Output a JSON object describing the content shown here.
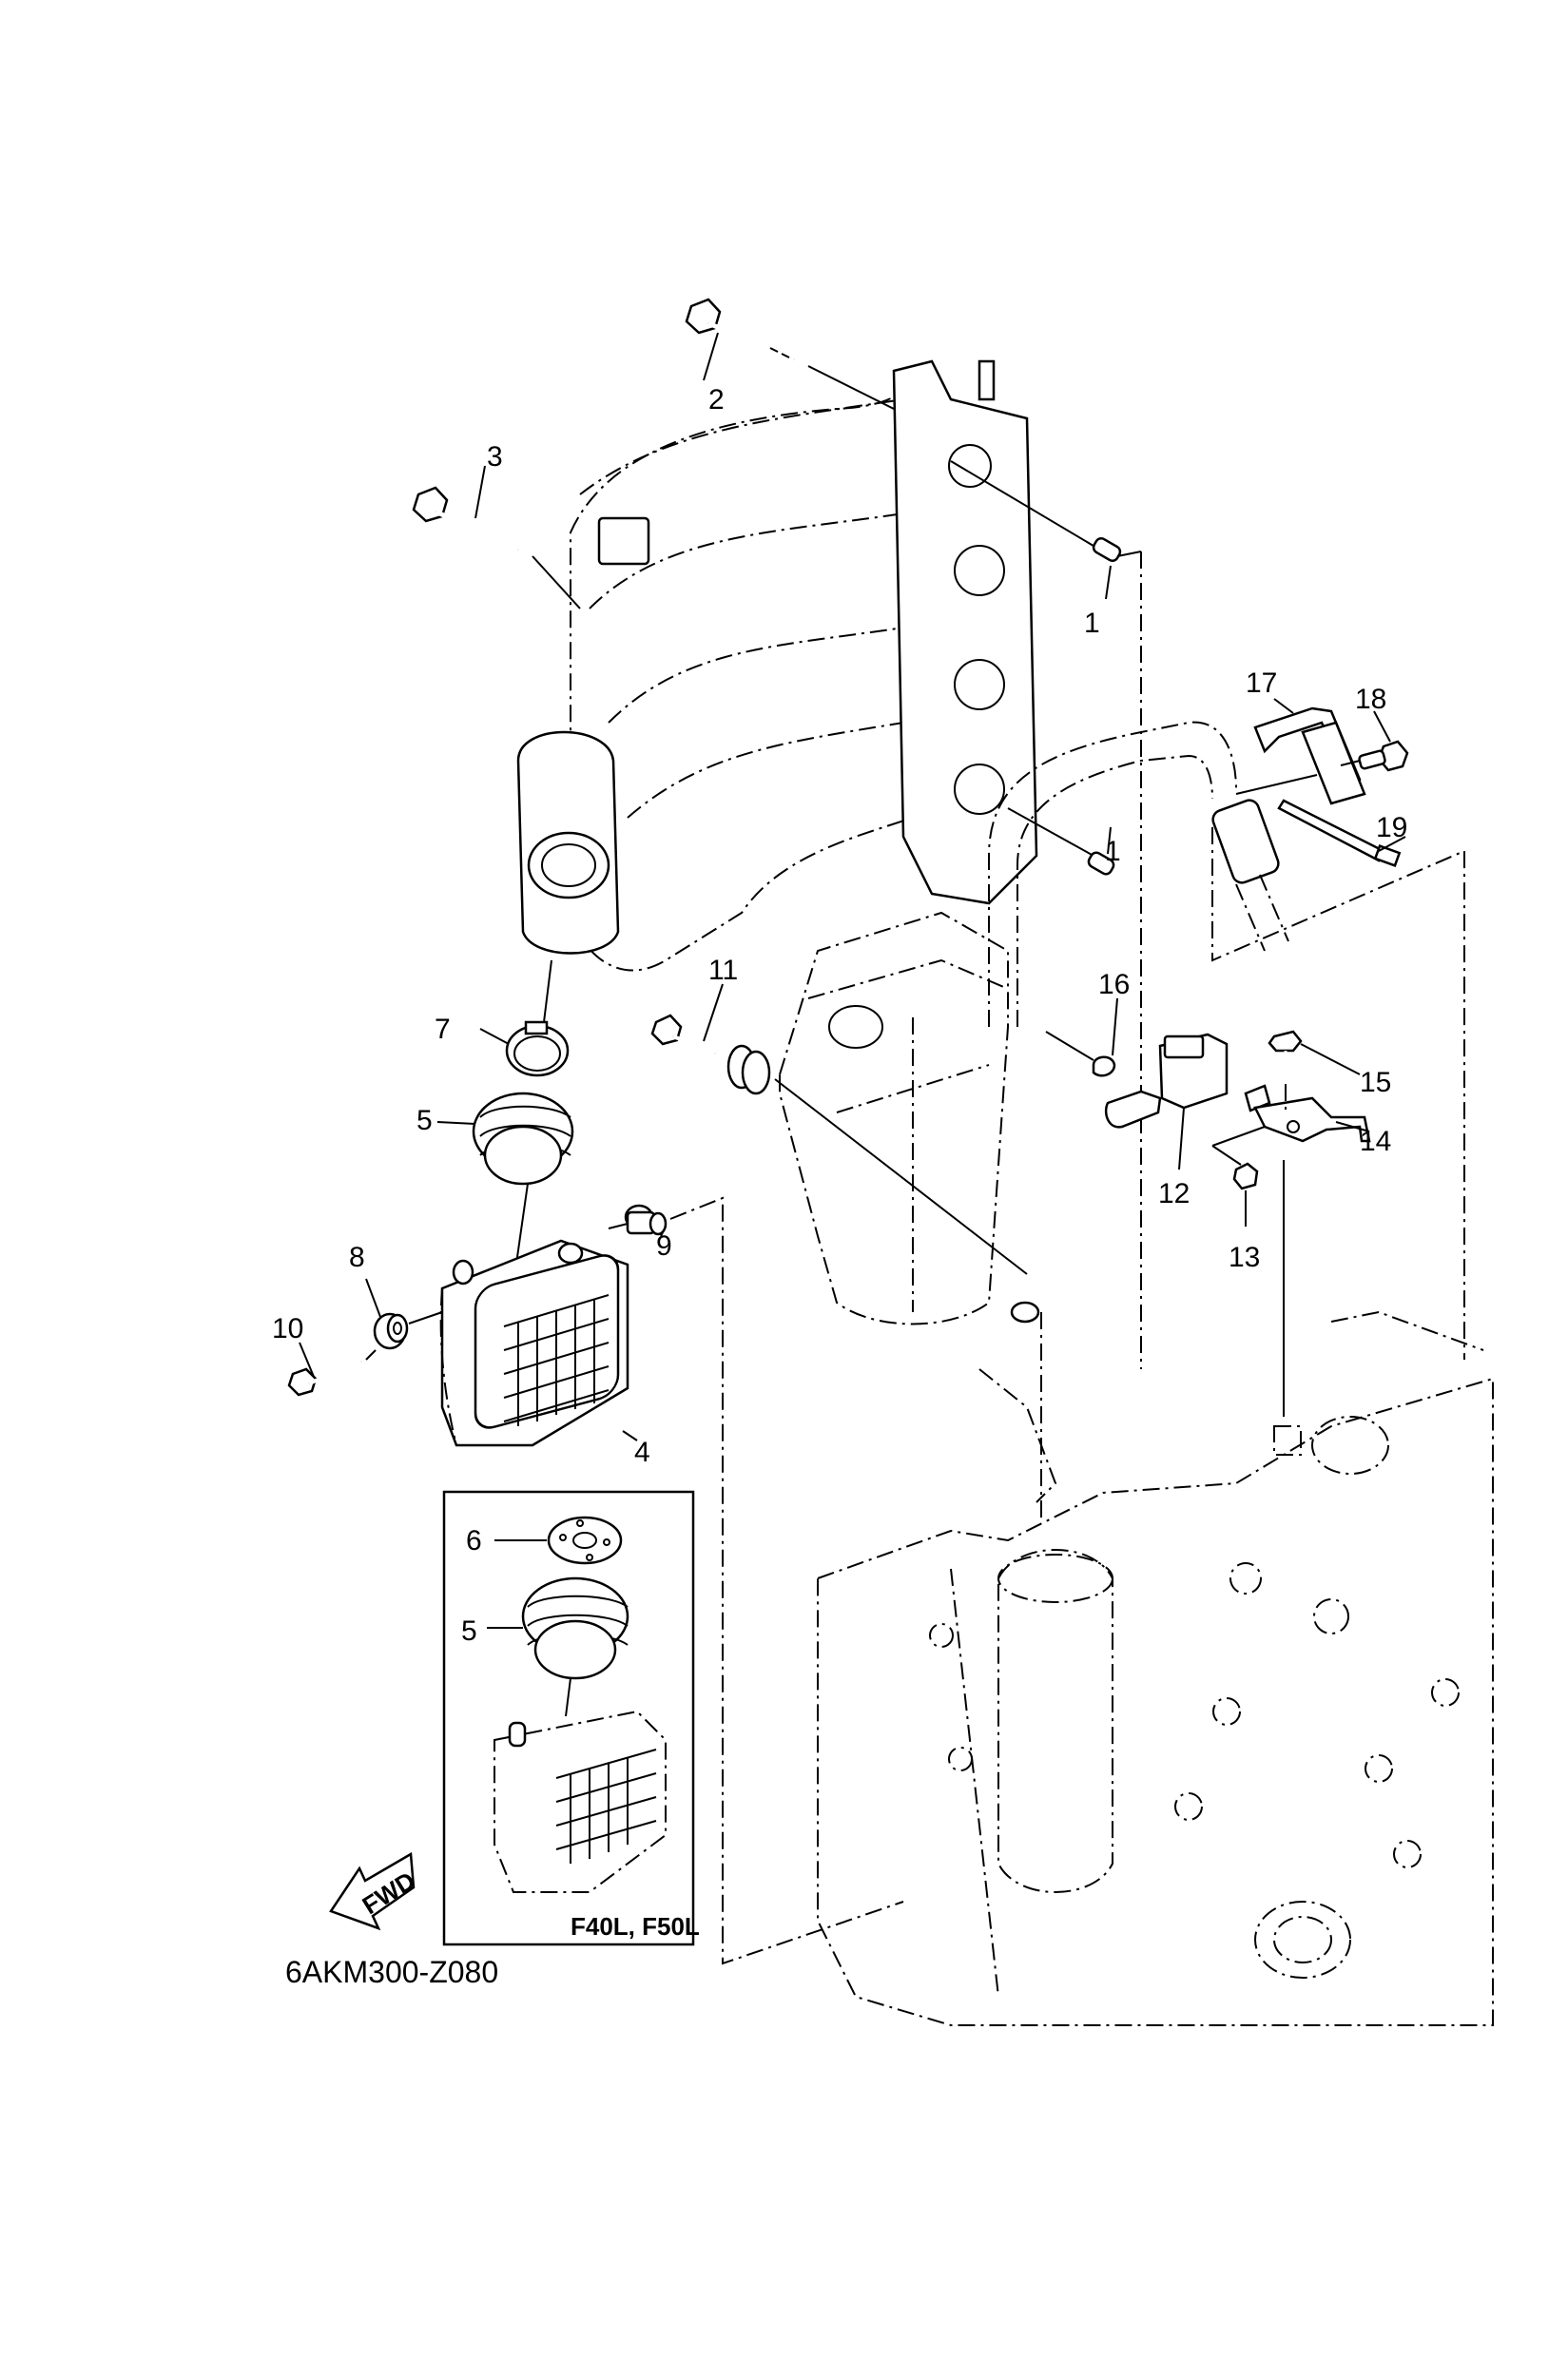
{
  "diagram": {
    "type": "exploded-parts-diagram",
    "drawing_code": "6AKM300-Z080",
    "inset_label": "F40L, F50L",
    "direction_indicator": "FWD",
    "callouts": [
      {
        "id": "c1a",
        "number": "1",
        "part": "dowel-pin"
      },
      {
        "id": "c2",
        "number": "2",
        "part": "long-flange-bolt"
      },
      {
        "id": "c3",
        "number": "3",
        "part": "long-flange-bolt"
      },
      {
        "id": "c1b",
        "number": "1",
        "part": "dowel-pin"
      },
      {
        "id": "c17",
        "number": "17",
        "part": "bracket"
      },
      {
        "id": "c18",
        "number": "18",
        "part": "bolt"
      },
      {
        "id": "c19",
        "number": "19",
        "part": "cable-tie"
      },
      {
        "id": "c11",
        "number": "11",
        "part": "bolt"
      },
      {
        "id": "c16",
        "number": "16",
        "part": "hose-clip"
      },
      {
        "id": "c7",
        "number": "7",
        "part": "hose-clamp"
      },
      {
        "id": "c15",
        "number": "15",
        "part": "bolt"
      },
      {
        "id": "c14",
        "number": "14",
        "part": "bracket-plate"
      },
      {
        "id": "c5a",
        "number": "5",
        "part": "intake-joint"
      },
      {
        "id": "c12",
        "number": "12",
        "part": "solenoid-valve"
      },
      {
        "id": "c13",
        "number": "13",
        "part": "nut"
      },
      {
        "id": "c9",
        "number": "9",
        "part": "collar"
      },
      {
        "id": "c8",
        "number": "8",
        "part": "grommet"
      },
      {
        "id": "c10",
        "number": "10",
        "part": "bolt"
      },
      {
        "id": "c4",
        "number": "4",
        "part": "silencer"
      },
      {
        "id": "c6",
        "number": "6",
        "part": "plate"
      },
      {
        "id": "c5b",
        "number": "5",
        "part": "intake-joint"
      }
    ]
  }
}
